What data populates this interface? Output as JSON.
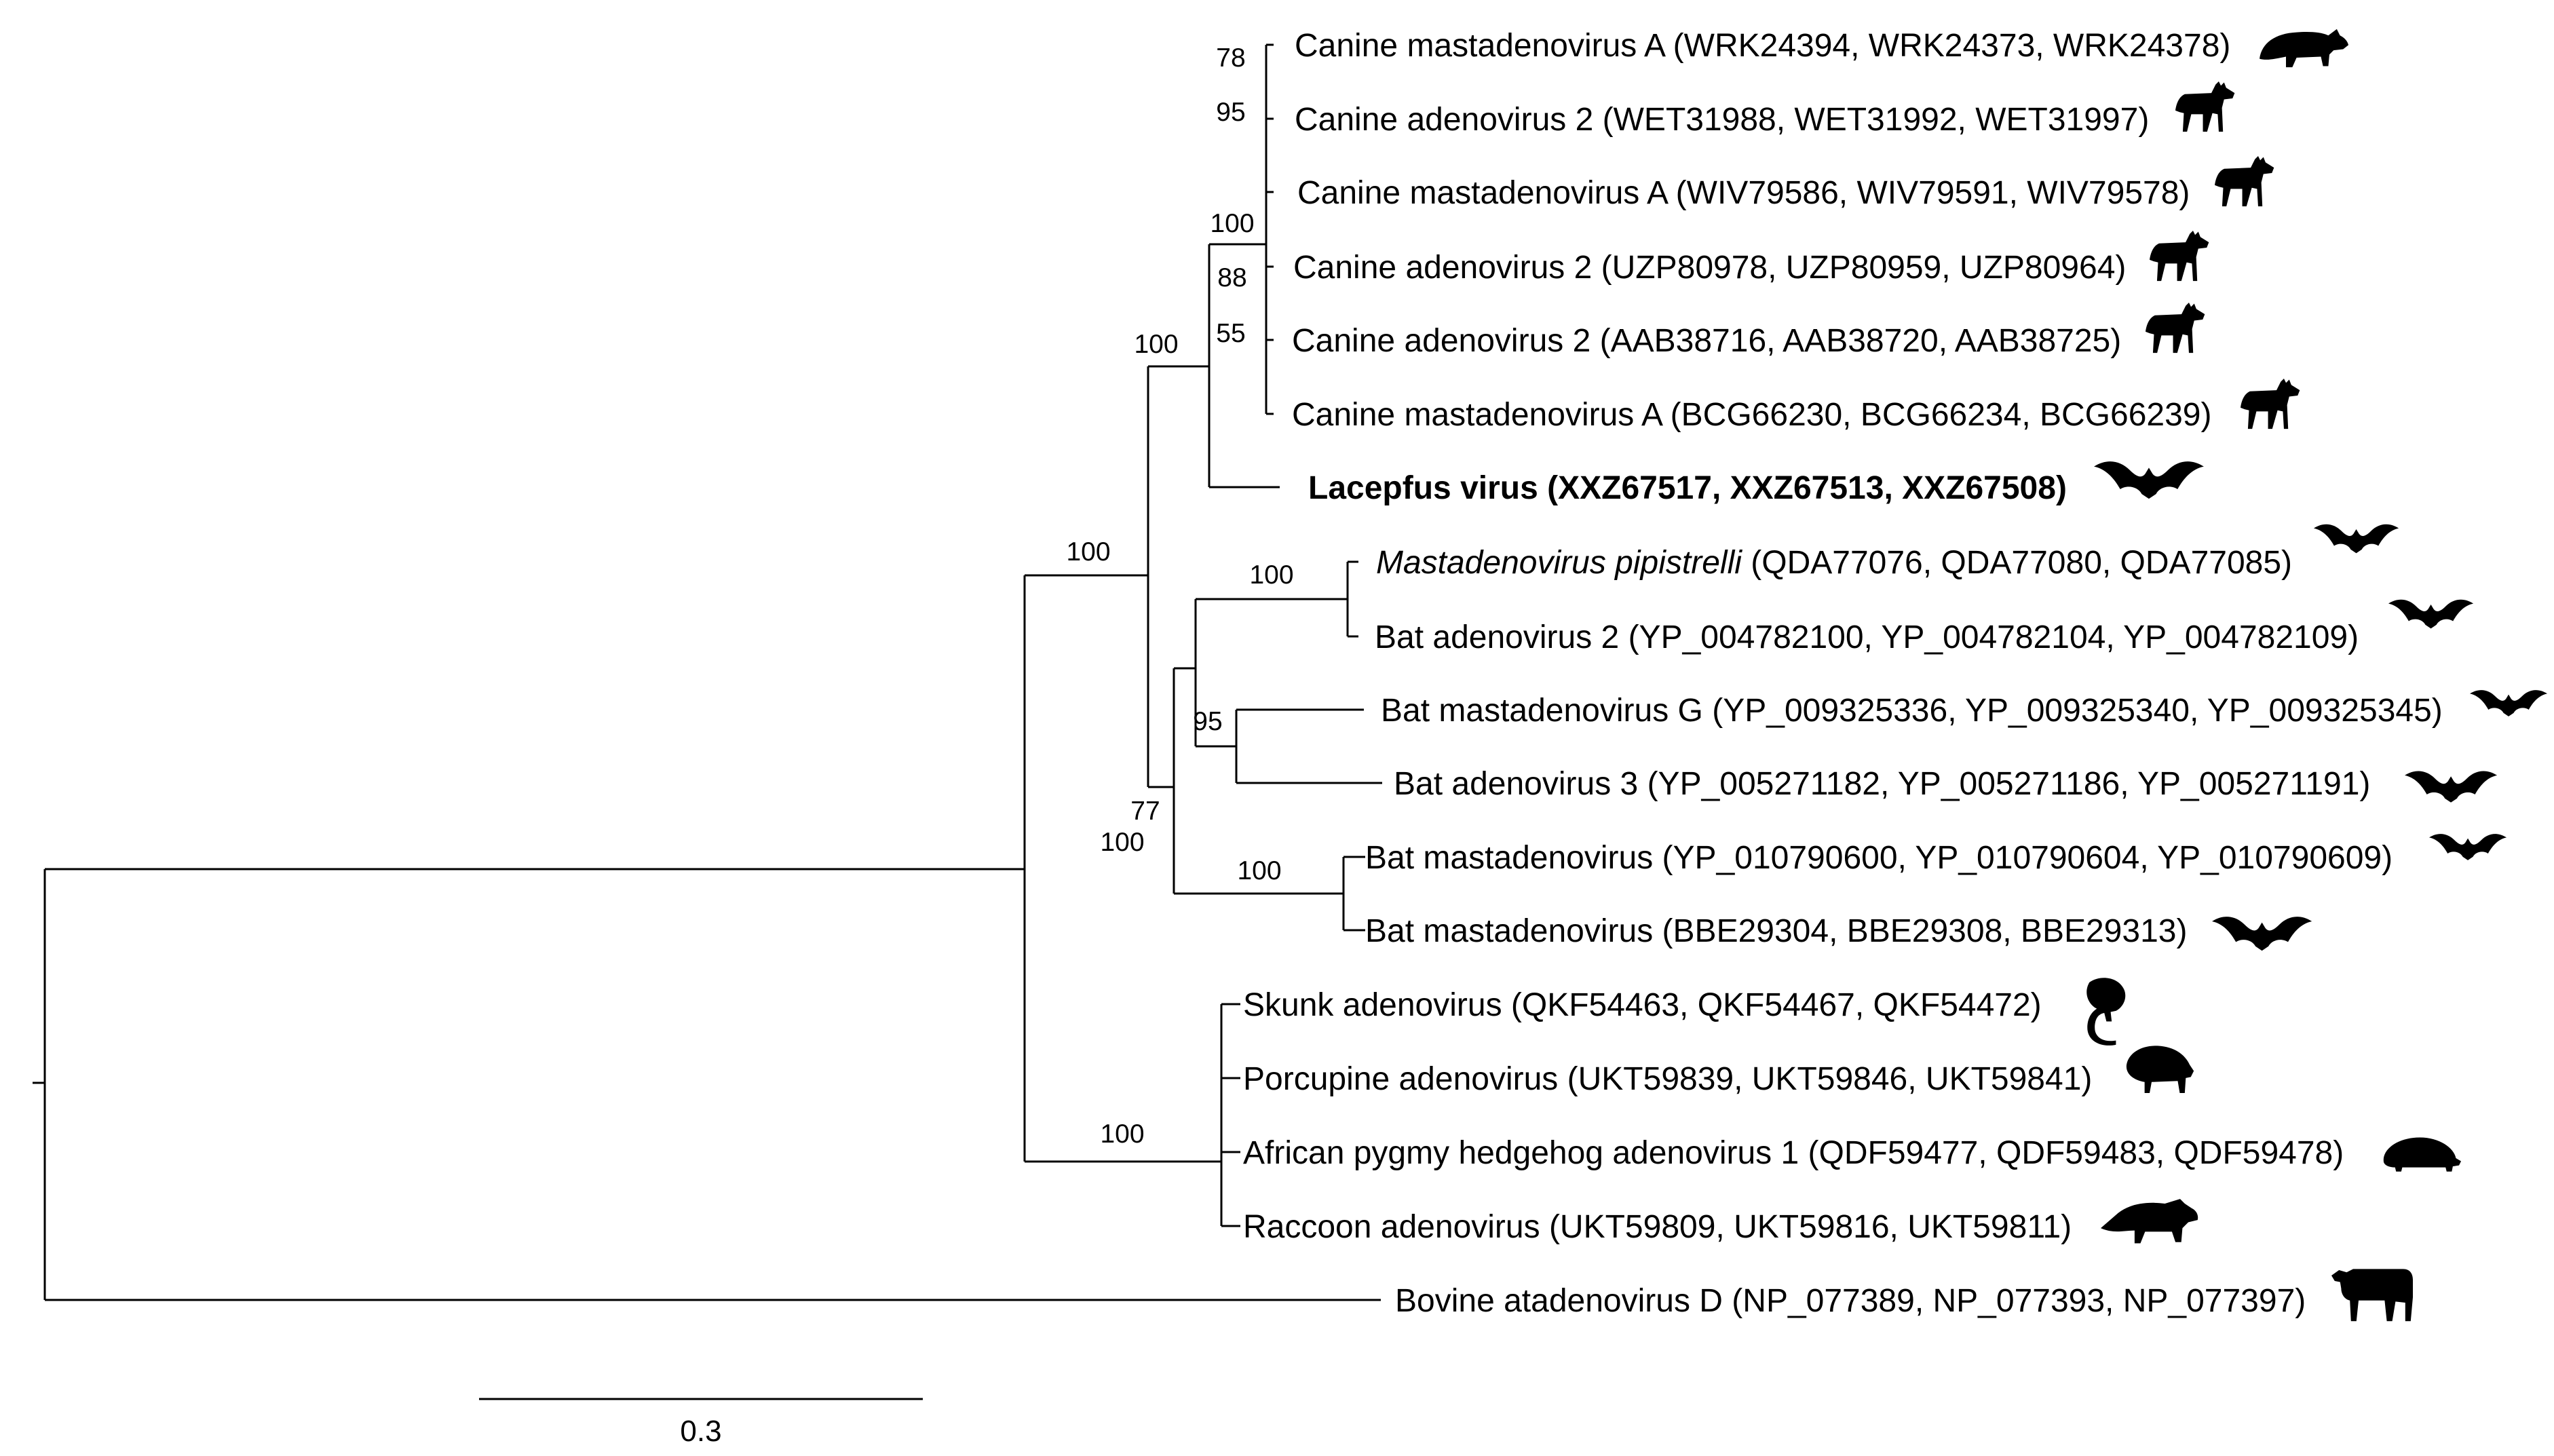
{
  "tree": {
    "taxa": [
      {
        "id": "t1",
        "name": "Canine mastadenovirus A",
        "accessions": " (WRK24394, WRK24373, WRK24378)",
        "icon": "raccoon-dog-icon"
      },
      {
        "id": "t2",
        "name": "Canine adenovirus 2",
        "accessions": " (WET31988, WET31992, WET31997)",
        "icon": "dog-icon"
      },
      {
        "id": "t3",
        "name": "Canine mastadenovirus A",
        "accessions": " (WIV79586, WIV79591, WIV79578)",
        "icon": "dog-icon"
      },
      {
        "id": "t4",
        "name": "Canine adenovirus 2",
        "accessions": " (UZP80978, UZP80959, UZP80964)",
        "icon": "dog-icon"
      },
      {
        "id": "t5",
        "name": "Canine adenovirus 2",
        "accessions": " (AAB38716, AAB38720, AAB38725)",
        "icon": "dog-icon"
      },
      {
        "id": "t6",
        "name": "Canine mastadenovirus A",
        "accessions": " (BCG66230, BCG66234, BCG66239)",
        "icon": "dog-icon"
      },
      {
        "id": "t7",
        "name": "Lacepfus virus (XXZ67517, XXZ67513, XXZ67508)",
        "accessions": "",
        "icon": "bat-icon",
        "bold": true
      },
      {
        "id": "t8",
        "name": "Mastadenovirus pipistrelli",
        "accessions": " (QDA77076, QDA77080, QDA77085)",
        "icon": "bat-icon",
        "italic_name": true
      },
      {
        "id": "t9",
        "name": "Bat adenovirus 2",
        "accessions": " (YP_004782100, YP_004782104, YP_004782109)",
        "icon": "bat-icon"
      },
      {
        "id": "t10",
        "name": "Bat mastadenovirus G",
        "accessions": " (YP_009325336, YP_009325340, YP_009325345)",
        "icon": "bat-icon"
      },
      {
        "id": "t11",
        "name": "Bat adenovirus 3",
        "accessions": " (YP_005271182, YP_005271186, YP_005271191)",
        "icon": "bat-icon"
      },
      {
        "id": "t12",
        "name": "Bat mastadenovirus",
        "accessions": " (YP_010790600, YP_010790604, YP_010790609)",
        "icon": "bat-icon"
      },
      {
        "id": "t13",
        "name": "Bat mastadenovirus",
        "accessions": " (BBE29304, BBE29308, BBE29313)",
        "icon": "bat-icon"
      },
      {
        "id": "t14",
        "name": "Skunk adenovirus",
        "accessions": " (QKF54463, QKF54467, QKF54472)",
        "icon": "skunk-icon"
      },
      {
        "id": "t15",
        "name": "Porcupine adenovirus",
        "accessions": " (UKT59839, UKT59846, UKT59841)",
        "icon": "porcupine-icon"
      },
      {
        "id": "t16",
        "name": "African pygmy hedgehog adenovirus 1",
        "accessions": " (QDF59477, QDF59483, QDF59478)",
        "icon": "hedgehog-icon"
      },
      {
        "id": "t17",
        "name": "Raccoon adenovirus",
        "accessions": " (UKT59809, UKT59816, UKT59811)",
        "icon": "raccoon-icon"
      },
      {
        "id": "t18",
        "name": "Bovine atadenovirus D",
        "accessions": " (NP_077389, NP_077393, NP_077397)",
        "icon": "cow-icon"
      }
    ],
    "support_values": [
      "78",
      "95",
      "100",
      "88",
      "55",
      "100",
      "100",
      "100",
      "95",
      "77",
      "100",
      "100",
      "100"
    ],
    "scale_bar_label": "0.3"
  }
}
